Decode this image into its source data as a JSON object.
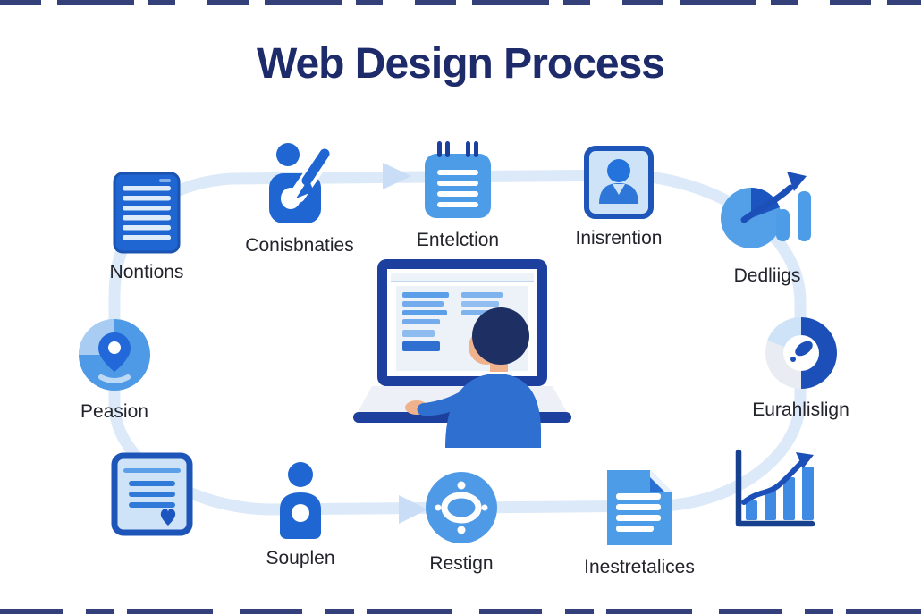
{
  "title": "Web Design Process",
  "colors": {
    "title_navy": "#1e2b6b",
    "primary_blue": "#1f66d2",
    "medium_blue": "#4d9ce8",
    "light_blue_fill": "#cfe3f8",
    "connector_pale_blue": "#dbe9f9",
    "label_text": "#23242b"
  },
  "center_illustration": "person-working-at-laptop",
  "steps": [
    {
      "id": "nontions",
      "label": "Nontions",
      "icon": "document-icon"
    },
    {
      "id": "conisbnaties",
      "label": "Conisbnaties",
      "icon": "person-writing-icon"
    },
    {
      "id": "entelction",
      "label": "Entelction",
      "icon": "notepad-icon"
    },
    {
      "id": "inisrention",
      "label": "Inisrention",
      "icon": "user-portrait-icon"
    },
    {
      "id": "dedliigs",
      "label": "Dedliigs",
      "icon": "pie-bar-growth-icon"
    },
    {
      "id": "eurahlislign",
      "label": "Eurahlislign",
      "icon": "donut-chart-pen-icon"
    },
    {
      "id": "peasion",
      "label": "Peasion",
      "icon": "map-pin-pie-icon"
    },
    {
      "id": "document-heart",
      "label": "",
      "icon": "document-heart-icon"
    },
    {
      "id": "souplen",
      "label": "Souplen",
      "icon": "person-icon"
    },
    {
      "id": "restign",
      "label": "Restign",
      "icon": "target-crosshair-icon"
    },
    {
      "id": "inestretalices",
      "label": "Inestretalices",
      "icon": "document-page-icon"
    },
    {
      "id": "bar-growth",
      "label": "",
      "icon": "bar-chart-growth-icon"
    }
  ]
}
